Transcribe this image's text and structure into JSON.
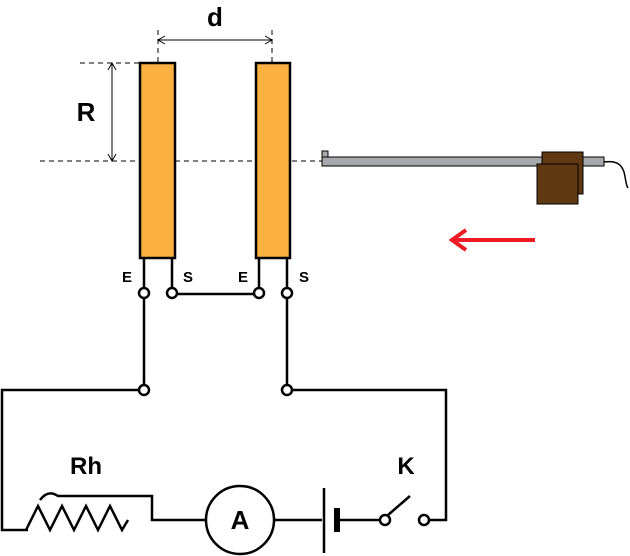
{
  "labels": {
    "d": "d",
    "R": "R",
    "Rh": "Rh",
    "K": "K",
    "ammeter": "A",
    "electrode_left_e": "E",
    "electrode_left_s": "S",
    "electrode_right_e": "E",
    "electrode_right_s": "S"
  },
  "colors": {
    "electrode": "#fbb040",
    "electrode_border": "#000000",
    "arrow": "#ed1c24",
    "probe_arm": "#a7a9ac",
    "probe_block": "#603913",
    "wire": "#000000"
  },
  "icons": {
    "arrow": "arrow-left-icon",
    "ammeter": "ammeter-icon",
    "battery": "battery-icon",
    "switch": "switch-icon",
    "rheostat": "rheostat-icon"
  }
}
